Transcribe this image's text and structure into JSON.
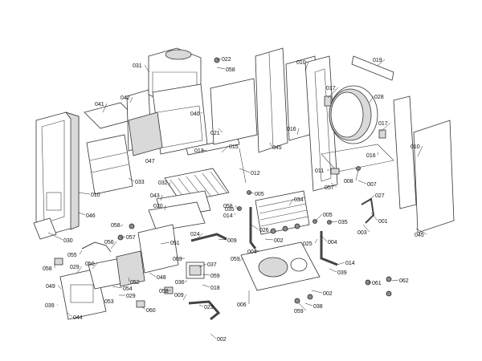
{
  "labels": [
    "001",
    "002",
    "002",
    "002",
    "003",
    "004",
    "004",
    "005",
    "005",
    "006",
    "007",
    "008",
    "009",
    "009",
    "009",
    "010",
    "010",
    "010",
    "011",
    "012",
    "013",
    "014",
    "014",
    "015",
    "016",
    "016",
    "017",
    "017",
    "018",
    "019",
    "020",
    "021",
    "022",
    "023",
    "024",
    "025",
    "026",
    "027",
    "028",
    "029",
    "029",
    "030",
    "031",
    "032",
    "033",
    "034",
    "035",
    "035",
    "036",
    "037",
    "038",
    "039",
    "039",
    "040",
    "041",
    "042",
    "043",
    "044",
    "045",
    "045",
    "046",
    "047",
    "048",
    "049",
    "050",
    "051",
    "052",
    "053",
    "054",
    "055",
    "056",
    "057",
    "057",
    "058",
    "058",
    "058",
    "058",
    "058",
    "059",
    "059",
    "059",
    "060",
    "061",
    "062"
  ]
}
